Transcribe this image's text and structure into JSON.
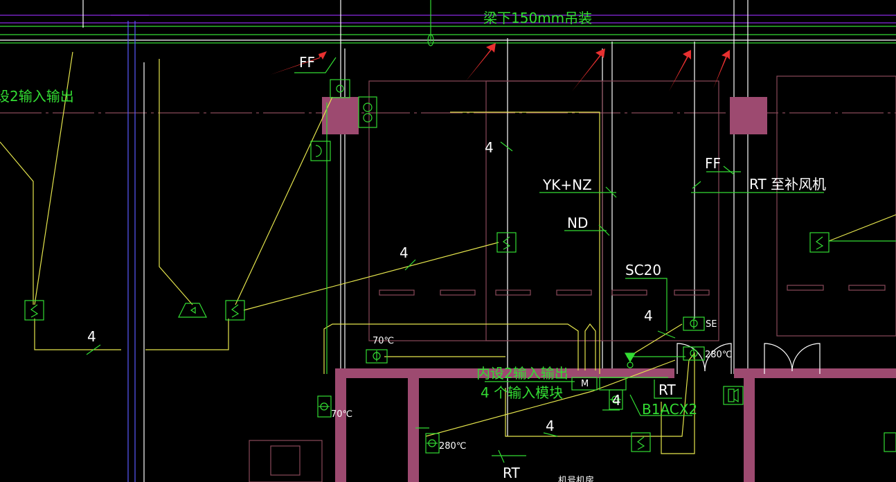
{
  "colors": {
    "background": "#000000",
    "green": "#33dd33",
    "yellow": "#e6e64d",
    "magenta": "#9d4a70",
    "pink_outline": "#8a4a5a",
    "purple": "#8a2be2",
    "white": "#ffffff",
    "arrow": "#e83030"
  },
  "texts": {
    "beam_note": "梁下150mm吊装",
    "left_cut": "设2输入输出",
    "ff_top": "FF",
    "ff_right": "FF",
    "rt_to_fan": "RT 至补风机",
    "yk_nz": "YK+NZ",
    "nd": "ND",
    "sc20": "SC20",
    "num_4_a": "4",
    "num_4_b": "4",
    "num_4_c": "4",
    "num_4_d": "4",
    "num_4_e": "4",
    "num_4_f": "4",
    "temp_70_a": "70℃",
    "temp_70_b": "70℃",
    "temp_280_a": "280℃",
    "temp_280_b": "280℃",
    "se": "SE",
    "module_note_1": "内设2输入输出",
    "module_note_2": "4 个输入模块",
    "rt_a": "RT",
    "rt_b": "RT",
    "b1acx2": "B1ACX2",
    "module_m": "M",
    "bottom_cut": "机号机房"
  },
  "symbols": [
    "smoke-detector-icon",
    "fire-valve-icon",
    "input-module-icon",
    "alarm-bell-icon",
    "pressure-switch-icon",
    "broadcast-speaker-icon",
    "flow-indicator-icon",
    "red-annotation-arrow-icon"
  ]
}
